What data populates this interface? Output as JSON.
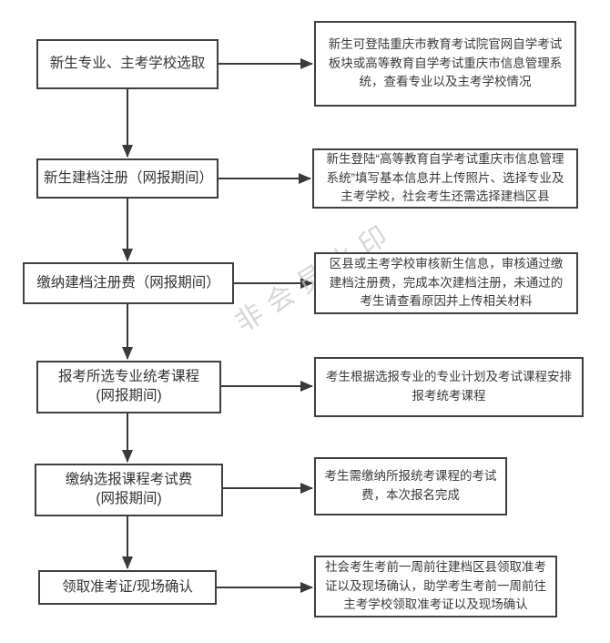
{
  "watermark": {
    "text": "非会员水印"
  },
  "colors": {
    "box_border": "#3f3f3f",
    "text": "#3a3a3a",
    "arrow": "#3a3a3a",
    "watermark": "#ccc9c5",
    "background": "#ffffff"
  },
  "flow": {
    "steps": [
      {
        "label": "新生专业、主考学校选取",
        "description": "新生可登陆重庆市教育考试院官网自学考试板块或高等教育自学考试重庆市信息管理系统，查看专业以及主考学校情况"
      },
      {
        "label": "新生建档注册（网报期间）",
        "description": "新生登陆“高等教育自学考试重庆市信息管理系统”填写基本信息并上传照片、选择专业及主考学校，社会考生还需选择建档区县"
      },
      {
        "label": "缴纳建档注册费（网报期间）",
        "description": "区县或主考学校审核新生信息，审核通过缴建档注册费，完成本次建档注册，未通过的考生请查看原因并上传相关材料"
      },
      {
        "label": "报考所选专业统考课程\n(网报期间)",
        "description": "考生根据选报专业的专业计划及考试课程安排报考统考课程"
      },
      {
        "label": "缴纳选报课程考试费\n(网报期间)",
        "description": "考生需缴纳所报统考课程的考试费，本次报名完成"
      },
      {
        "label": "领取准考证/现场确认",
        "description": "社会考生考前一周前往建档区县领取准考证以及现场确认，助学考生考前一周前往主考学校领取准考证以及现场确认"
      }
    ]
  }
}
